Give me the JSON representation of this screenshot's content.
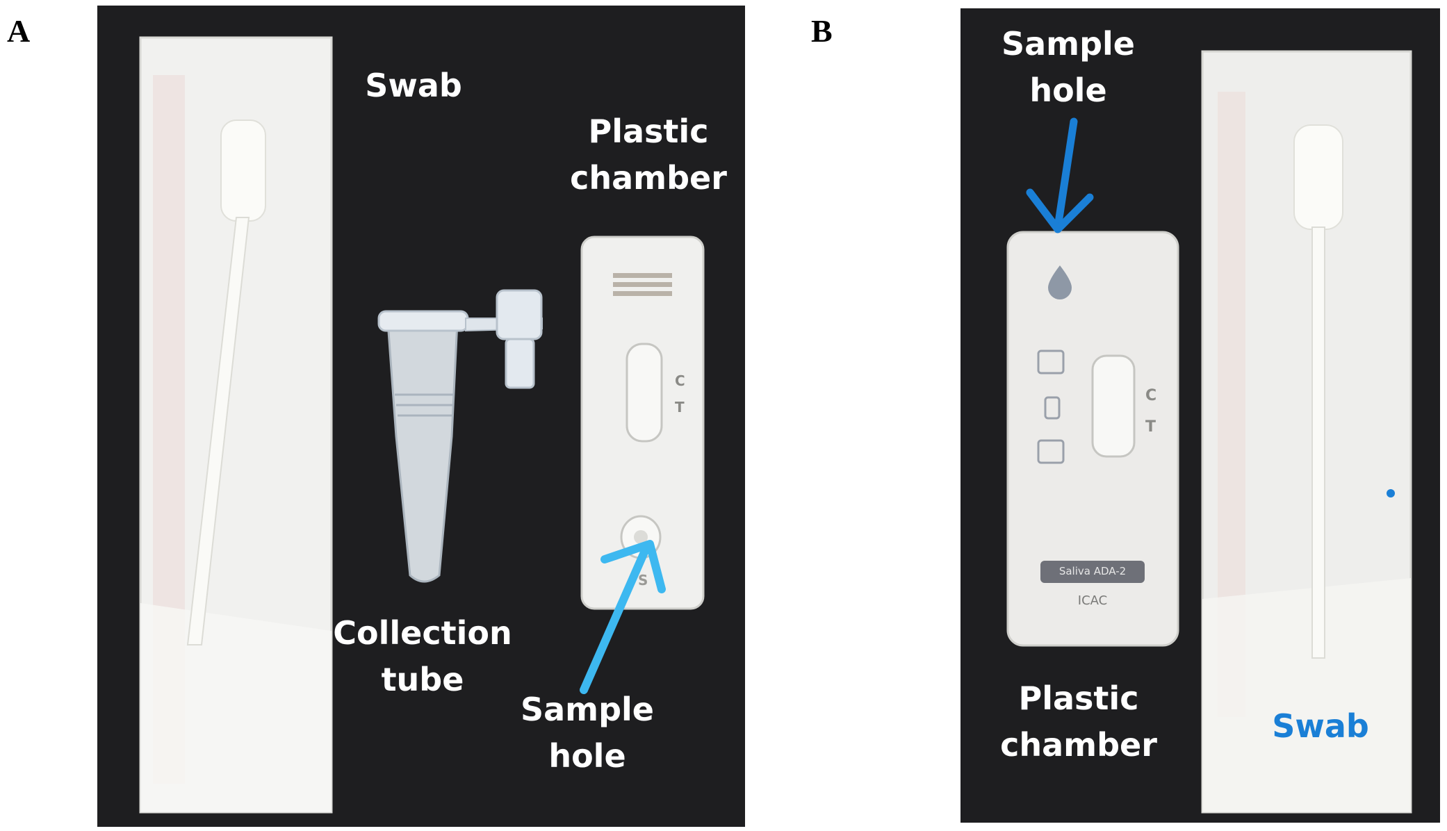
{
  "panel_a": {
    "letter": "A",
    "label_swab": "Swab",
    "label_chamber": "Plastic\nchamber",
    "label_tube": "Collection\ntube",
    "label_hole": "Sample\nhole",
    "cassette_c": "C",
    "cassette_t": "T",
    "cassette_s": "S"
  },
  "panel_b": {
    "letter": "B",
    "label_hole": "Sample\nhole",
    "label_chamber": "Plastic\nchamber",
    "label_swab": "Swab",
    "cassette_c": "C",
    "cassette_t": "T",
    "cassette_brand": "Saliva ADA-2",
    "cassette_maker": "ICAC"
  },
  "colors": {
    "background": "#1e1e20",
    "label_white": "#ffffff",
    "arrow_a": "#3db8f0",
    "arrow_b": "#1a7fd6",
    "swab_label_b": "#1a7fd6"
  }
}
